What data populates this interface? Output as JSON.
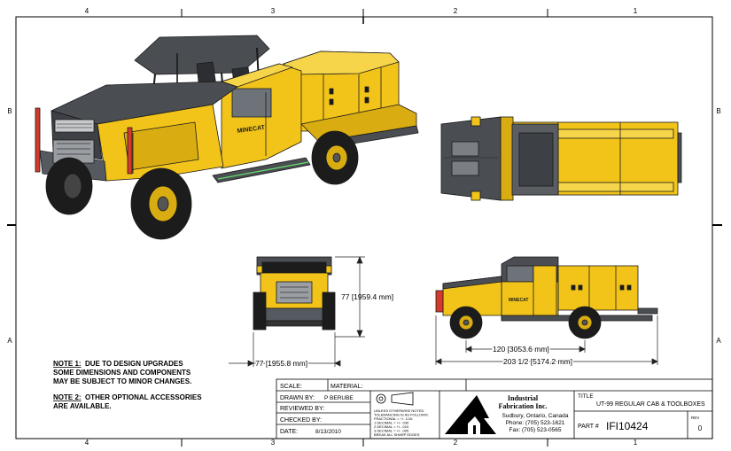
{
  "zones": {
    "cols": [
      "4",
      "3",
      "2",
      "1"
    ],
    "rows": [
      "B",
      "A"
    ]
  },
  "vehicle": {
    "decal": "MINECAT"
  },
  "dimensions": {
    "front_height": "77 [1959.4 mm]",
    "front_width": "77 [1955.8 mm]",
    "wheelbase": "120 [3053.6 mm]",
    "overall_length": "203 1/2 [5174.2 mm]"
  },
  "notes": {
    "note1_label": "NOTE 1:",
    "note1_line1": "DUE TO DESIGN UPGRADES",
    "note1_line2": "SOME DIMENSIONS AND COMPONENTS",
    "note1_line3": "MAY BE SUBJECT TO MINOR CHANGES.",
    "note2_label": "NOTE 2:",
    "note2_line1": "OTHER OPTIONAL ACCESSORIES",
    "note2_line2": "ARE  AVAILABLE."
  },
  "title_block": {
    "scale_label": "SCALE:",
    "material_label": "MATERIAL:",
    "drawn_by_label": "DRAWN BY:",
    "drawn_by": "P BERUBE",
    "reviewed_by_label": "REVIEWED BY:",
    "checked_by_label": "CHECKED BY:",
    "date_label": "DATE:",
    "date": "8/13/2010",
    "tolerance_lines": [
      "UNLESS OTHERWISE NOTED",
      "TOLERANCING IS AS FOLLOWS:",
      "FRACTIONAL = +/- 1/16",
      "1 DECIMAL = +/- .030",
      "2 DECIMAL = +/- .010",
      "3 DECIMAL = +/- .005",
      "BREAK ALL SHARP EDGES"
    ],
    "company_line1": "Industrial",
    "company_line2": "Fabrication Inc.",
    "company_city": "Sudbury, Ontario, Canada",
    "company_phone": "Phone: (705) 523-1621",
    "company_fax": "Fax: (705) 523-0565",
    "title_label": "TITLE",
    "title": "UT-99 REGULAR CAB & TOOLBOXES",
    "part_label": "PART #",
    "part_number": "IFI10424",
    "rev_label": "REV",
    "rev": "0"
  },
  "colors": {
    "body_yellow": "#f2c41a",
    "body_shadow": "#c99a0c",
    "cab_grey": "#4a4d52",
    "tire_black": "#1c1c1c",
    "dim_line": "#222222"
  }
}
